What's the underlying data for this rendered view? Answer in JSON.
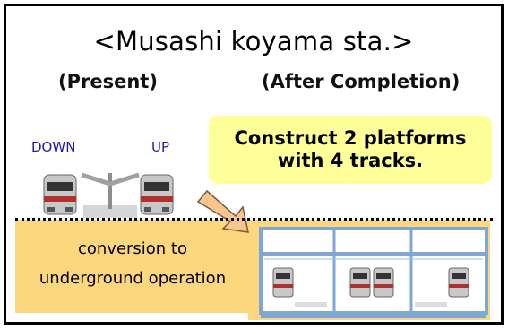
{
  "title": "<Musashi koyama sta.>",
  "present_label": "(Present)",
  "after_label": "(After Completion)",
  "direction_down": "DOWN",
  "direction_up": "UP",
  "callout": {
    "line1": "Construct 2 platforms",
    "line2": "with 4 tracks."
  },
  "ground_label": {
    "line1": "conversion to",
    "line2": "underground operation"
  },
  "colors": {
    "ground": "#fcd77e",
    "callout_bg": "#ffff99",
    "direction_text": "#1a1ab0",
    "structure_outline": "#7fa7d6",
    "arrow_fill": "#f7c58f",
    "train_body": "#c8c8c8",
    "train_stripe": "#b03030"
  }
}
